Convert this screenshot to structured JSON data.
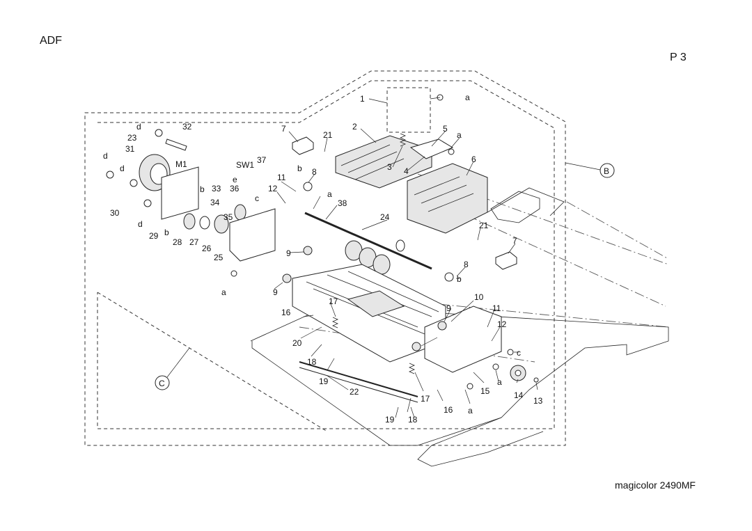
{
  "header": {
    "section": "ADF",
    "page": "P 3"
  },
  "footer": {
    "model": "magicolor 2490MF"
  },
  "diagram": {
    "callouts": [
      "B",
      "C"
    ],
    "part_labels": [
      "1",
      "a",
      "2",
      "5",
      "a",
      "6",
      "7",
      "21",
      "3",
      "4",
      "8",
      "b",
      "11",
      "a",
      "38",
      "12",
      "24",
      "21",
      "7",
      "8",
      "b",
      "9",
      "9",
      "10",
      "11",
      "12",
      "9",
      "c",
      "14",
      "13",
      "15",
      "a",
      "16",
      "a",
      "17",
      "16",
      "18",
      "19",
      "22",
      "17",
      "19",
      "18",
      "20",
      "d",
      "32",
      "23",
      "31",
      "M1",
      "d",
      "d",
      "SW1",
      "37",
      "e",
      "33",
      "36",
      "c",
      "34",
      "35",
      "30",
      "b",
      "d",
      "29",
      "b",
      "28",
      "27",
      "26",
      "25",
      "a"
    ]
  }
}
